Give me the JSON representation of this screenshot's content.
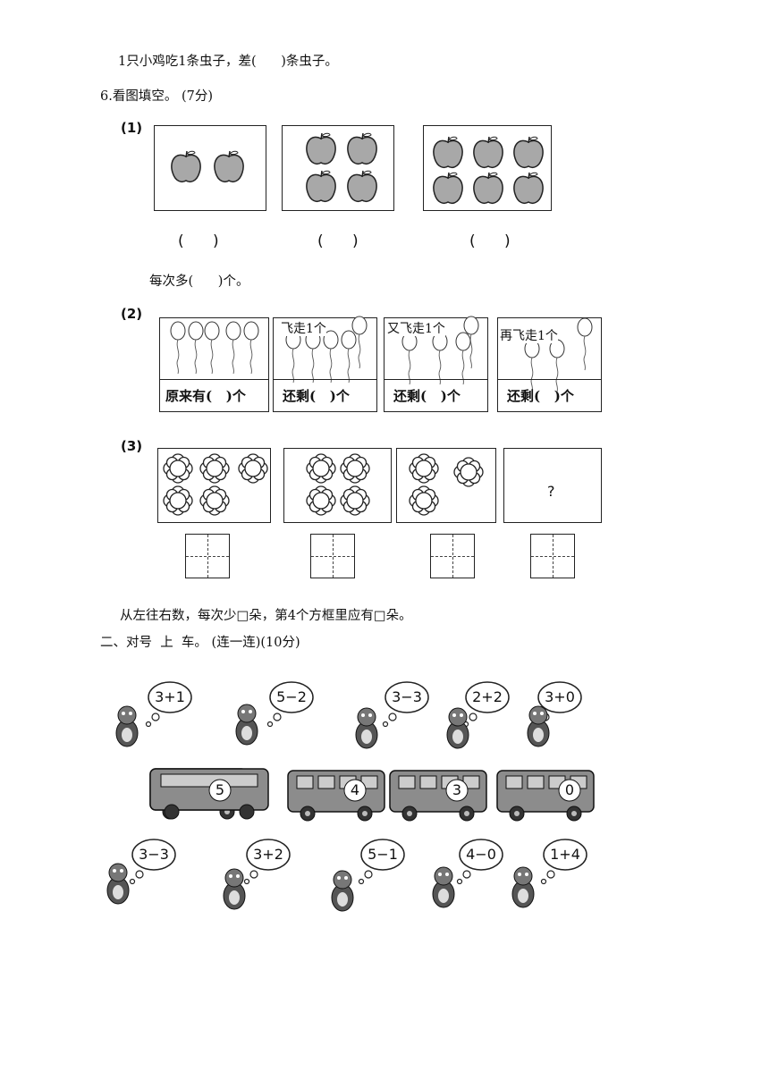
{
  "lines": {
    "chicken_line": "1只小鸡吃1条虫子，差(      )条虫子。",
    "q6_title": "6.看图填空。 (7分)",
    "p1_label": "(1)",
    "paren_blank": "(      )",
    "each_more": "每次多(      )个。",
    "p2_label": "(2)",
    "p3_label": "(3)",
    "p3_sentence": "从左往右数，每次少□朵，第4个方框里应有□朵。",
    "section2_title": "二、对号  上  车。 (连一连)(10分)"
  },
  "balloons": {
    "cap_original": "原来有(   )个",
    "cap_remain": "还剩(   )个",
    "fly1": "飞走1个",
    "fly2": "又飞走1个",
    "fly3": "再飞走1个"
  },
  "flowers": {
    "question": "?"
  },
  "animals_top": [
    "3+1",
    "5−2",
    "3−3",
    "2+2",
    "3+0"
  ],
  "buses": [
    "5",
    "4",
    "3",
    "0"
  ],
  "animals_bottom": [
    "3−3",
    "3+2",
    "5−1",
    "4−0",
    "1+4"
  ],
  "colors": {
    "ink": "#222222",
    "apple": "#a8a8a8",
    "bus": "#8c8c8c"
  }
}
